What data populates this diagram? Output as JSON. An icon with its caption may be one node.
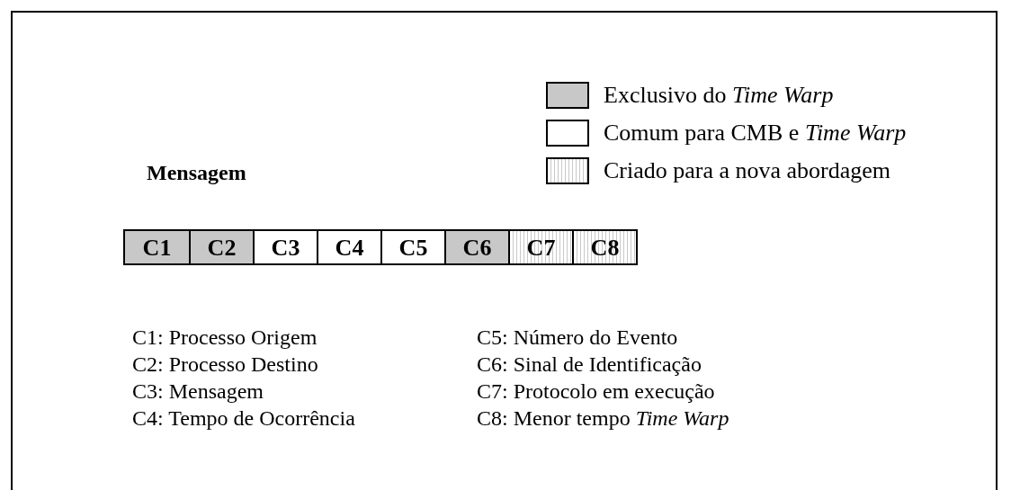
{
  "diagram": {
    "title": "Mensagem",
    "nodes": [
      {
        "text": [
          "C1"
        ]
      },
      {
        "text": [
          "C2"
        ]
      },
      {
        "text": [
          "C3"
        ]
      },
      {
        "text": [
          "C4"
        ]
      },
      {
        "text": [
          "C5"
        ]
      },
      {
        "text": [
          "C6"
        ]
      },
      {
        "text": [
          "C7"
        ]
      },
      {
        "text": [
          "C8"
        ]
      }
    ],
    "labels": [
      "C1: Processo Origem",
      "C5: Número do Evento",
      "C2: Processo Destino",
      "C6: Sinal de Identificação",
      "C3: Mensagem",
      "C7: Protocolo em execução",
      "C4: Tempo de Ocorrência",
      "C8: Menor tempo *Time Warp*"
    ],
    "legend": [
      {
        "text": "Exclusivo do *Time Warp*",
        "color": "#c8c8c8"
      },
      {
        "text": "Comum para CMB e *Time Warp*",
        "color": "#ffffff"
      },
      {
        "text": "Criado para a nova abordagem"
      }
    ]
  }
}
